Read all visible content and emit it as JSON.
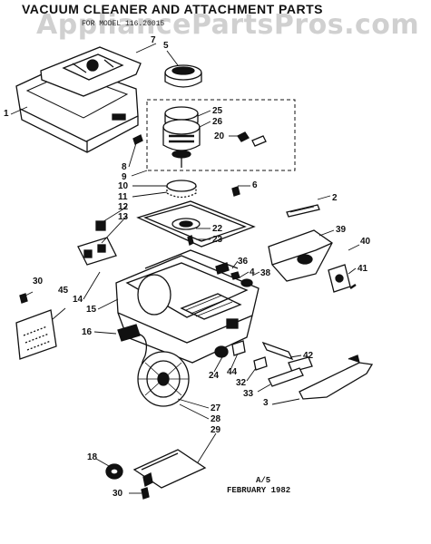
{
  "title": "VACUUM CLEANER AND ATTACHMENT PARTS",
  "subtitle_code": "FOR MODEL 116.20015",
  "watermark": "AppliancePartsPros.com",
  "footer": {
    "page": "A/5",
    "date": "FEBRUARY 1982"
  },
  "colors": {
    "ink": "#111111",
    "paper": "#ffffff",
    "watermark": "#969696"
  },
  "parts": [
    {
      "id": "p1",
      "label": "1"
    },
    {
      "id": "p2",
      "label": "2"
    },
    {
      "id": "p3",
      "label": "3"
    },
    {
      "id": "p4",
      "label": "4"
    },
    {
      "id": "p5",
      "label": "5"
    },
    {
      "id": "p6",
      "label": "6"
    },
    {
      "id": "p7",
      "label": "7"
    },
    {
      "id": "p8",
      "label": "8"
    },
    {
      "id": "p9",
      "label": "9"
    },
    {
      "id": "p10",
      "label": "10"
    },
    {
      "id": "p11",
      "label": "11"
    },
    {
      "id": "p12",
      "label": "12"
    },
    {
      "id": "p13",
      "label": "13"
    },
    {
      "id": "p14",
      "label": "14"
    },
    {
      "id": "p15",
      "label": "15"
    },
    {
      "id": "p16",
      "label": "16"
    },
    {
      "id": "p18",
      "label": "18"
    },
    {
      "id": "p20",
      "label": "20"
    },
    {
      "id": "p22",
      "label": "22"
    },
    {
      "id": "p23",
      "label": "23"
    },
    {
      "id": "p24",
      "label": "24"
    },
    {
      "id": "p25",
      "label": "25"
    },
    {
      "id": "p26",
      "label": "26"
    },
    {
      "id": "p27",
      "label": "27"
    },
    {
      "id": "p28",
      "label": "28"
    },
    {
      "id": "p29",
      "label": "29"
    },
    {
      "id": "p30a",
      "label": "30"
    },
    {
      "id": "p30b",
      "label": "30"
    },
    {
      "id": "p32",
      "label": "32"
    },
    {
      "id": "p33",
      "label": "33"
    },
    {
      "id": "p36",
      "label": "36"
    },
    {
      "id": "p38",
      "label": "38"
    },
    {
      "id": "p39",
      "label": "39"
    },
    {
      "id": "p40",
      "label": "40"
    },
    {
      "id": "p41",
      "label": "41"
    },
    {
      "id": "p42",
      "label": "42"
    },
    {
      "id": "p44",
      "label": "44"
    },
    {
      "id": "p45",
      "label": "45"
    }
  ]
}
